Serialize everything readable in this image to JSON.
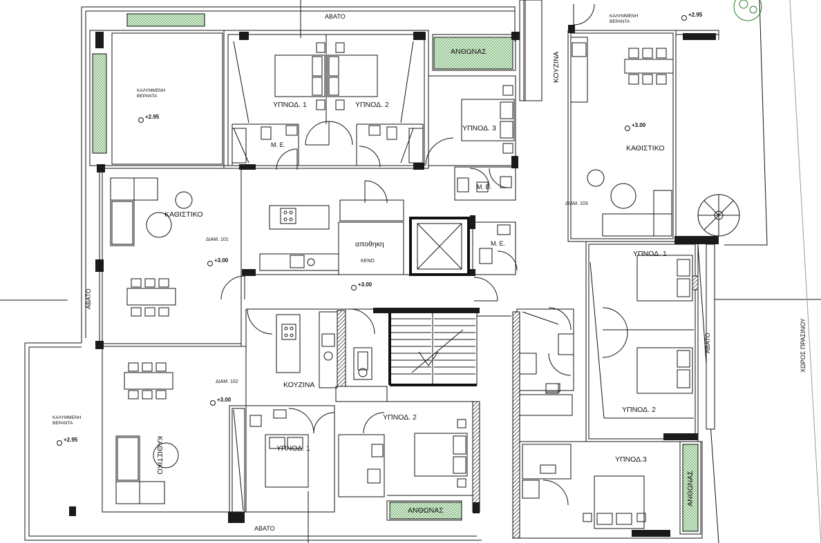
{
  "labels": {
    "avato_top": "ΑΒΑΤΟ",
    "avato_bottom": "ΑΒΑΤΟ",
    "avato_left": "ΑΒΑΤΟ",
    "avato_right": "ΑΒΑΤΟ",
    "xoros_prasinou": "ΧΩΡΟΣ ΠΡΑΣΙΝΟΥ",
    "anthonas_top": "ΑΝΘΩΝΑΣ",
    "anthonas_bottom": "ΑΝΘΩΝΑΣ",
    "anthonas_right": "ΑΝΘΩΝΑΣ",
    "kouzina_top": "ΚΟΥΖΙΝΑ",
    "kouzina_mid": "ΚΟΥΖΙΝΑ",
    "kathistiko_101": "ΚΑΘΙΣΤΙΚΟ",
    "kathistiko_103": "ΚΑΘΙΣΤΙΚΟ",
    "kathistiko_102": "ΚΑΘΙΣΤΙΚΟ",
    "ypnod1_top": "ΥΠΝΟΔ. 1",
    "ypnod2_top": "ΥΠΝΟΔ. 2",
    "ypnod3_top": "ΥΠΝΟΔ. 3",
    "ypnod1_right": "ΥΠΝΟΔ. 1",
    "ypnod2_right": "ΥΠΝΟΔ. 2",
    "ypnod3_right": "ΥΠΝΟΔ.3",
    "ypnod1_bottom": "ΥΠΝΟΔ. 1",
    "ypnod2_bottom": "ΥΠΝΟΔ. 2",
    "me_1": "Μ. Ε.",
    "me_2": "Μ. Ε.",
    "me_3": "Μ. Ε.",
    "apothiki": "αποθηκη",
    "keno": "ΚΕΝΟ",
    "diam_101": "ΔΙΑΜ. 101",
    "diam_102": "ΔΙΑΜ. 102",
    "diam_103": "ΔΙΑΜ. 103",
    "veranta_tl_1": "ΚΑΛΥΜΜΕΝΗ",
    "veranta_tl_2": "ΒΕΡΑΝΤΑ",
    "veranta_tr_1": "ΚΑΛΥΜΜΕΝΗ",
    "veranta_tr_2": "ΒΕΡΑΝΤΑ",
    "veranta_bl_1": "ΚΑΛΥΜΜΕΝΗ",
    "veranta_bl_2": "ΒΕΡΑΝΤΑ"
  },
  "levels": {
    "veranta_tl": "+2.95",
    "veranta_tr": "+2.95",
    "veranta_bl": "+2.95",
    "living_101": "+3.00",
    "corridor": "+3.00",
    "living_103": "+3.00",
    "living_102": "+3.00"
  },
  "colors": {
    "line": "#111111",
    "planter_fill": "#9ccf9a",
    "wall_fill": "#1a1a1a"
  }
}
